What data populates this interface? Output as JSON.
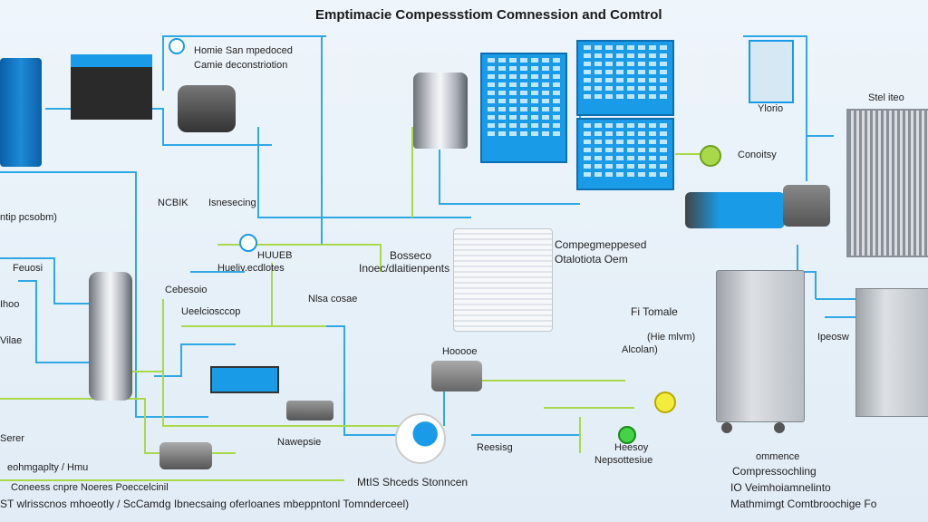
{
  "title": "Emptimacie Compessstiom Comnession and Comtrol",
  "labels": {
    "top_callout_1": "Homie San mpedoced",
    "top_callout_2": "Camie deconstriotion",
    "left_1": "ntip pcsobm)",
    "mid_1": "NCBIK",
    "mid_2": "Isnesecing",
    "mid_3": "HUUEB",
    "mid_4": "Hueliv.ecdlotes",
    "mid_5": "Cebesoio",
    "mid_6": "Ueelciosccop",
    "mid_7": "Nlsa cosae",
    "left_2": "Feuosi",
    "left_3": "Ihoo",
    "left_4": "Vilae",
    "center_1": "Bosseco",
    "center_2": "Inoec/dlaitienpents",
    "center_3": "Compegmeppesed",
    "center_4": "Otalotiota Oem",
    "center_5": "Hooooe",
    "center_6": "Nawepsie",
    "center_7": "Reesisg",
    "center_8": "Heesoy",
    "center_9": "Nepsottesiue",
    "right_top_1": "Stel iteo",
    "right_top_2": "Conoitsy",
    "right_top_3": "Ylorio",
    "right_1": "Fi Tomale",
    "right_2": "(Hie mlvm)",
    "right_3": "Alcolan)",
    "right_4": "Ipeosw",
    "bottom_left_1": "Serer",
    "bottom_left_2": "Coneess cnpre Noeres Poeccelcinil",
    "bottom_left_3": "eohmgaplty / Hmu",
    "bottom_center": "MtIS Shceds Stonncen",
    "bottom_right_1": "ommence",
    "bottom_right_2": "Compressochling",
    "bottom_right_3": "IO Veimhoiamnelinto",
    "footer_left": "ST wlrisscnos mhoeotly / ScCamdg Ibnecsaing oferloanes mbeppntonl Tomnderceel)",
    "footer_right": "Mathmimgt Comtbroochige Fo"
  },
  "colors": {
    "wire_blue": "#2fa8e6",
    "wire_green": "#a9d94a",
    "panel_blue": "#1a9be8"
  },
  "icons": [
    "heat-exchanger-icon",
    "compressor-icon",
    "pump-icon",
    "valve-icon",
    "gauge-icon",
    "control-panel-icon",
    "condenser-icon",
    "tank-icon",
    "cabinet-icon",
    "sensor-icon"
  ]
}
